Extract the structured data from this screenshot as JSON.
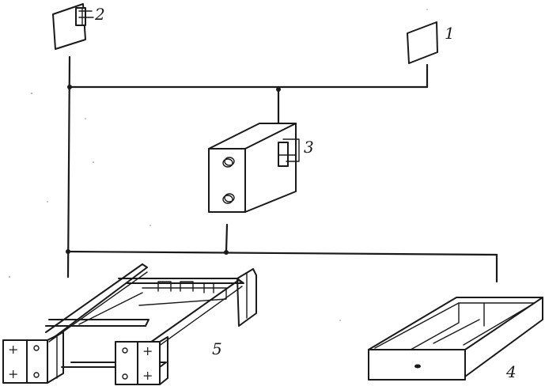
{
  "labels": {
    "l1": "1",
    "l2": "2",
    "l3": "3",
    "l4": "4",
    "l5": "5"
  },
  "terminal_marks": {
    "plus": "+"
  },
  "colors": {
    "ink": "#1a1a1a",
    "paper": "#ffffff"
  }
}
